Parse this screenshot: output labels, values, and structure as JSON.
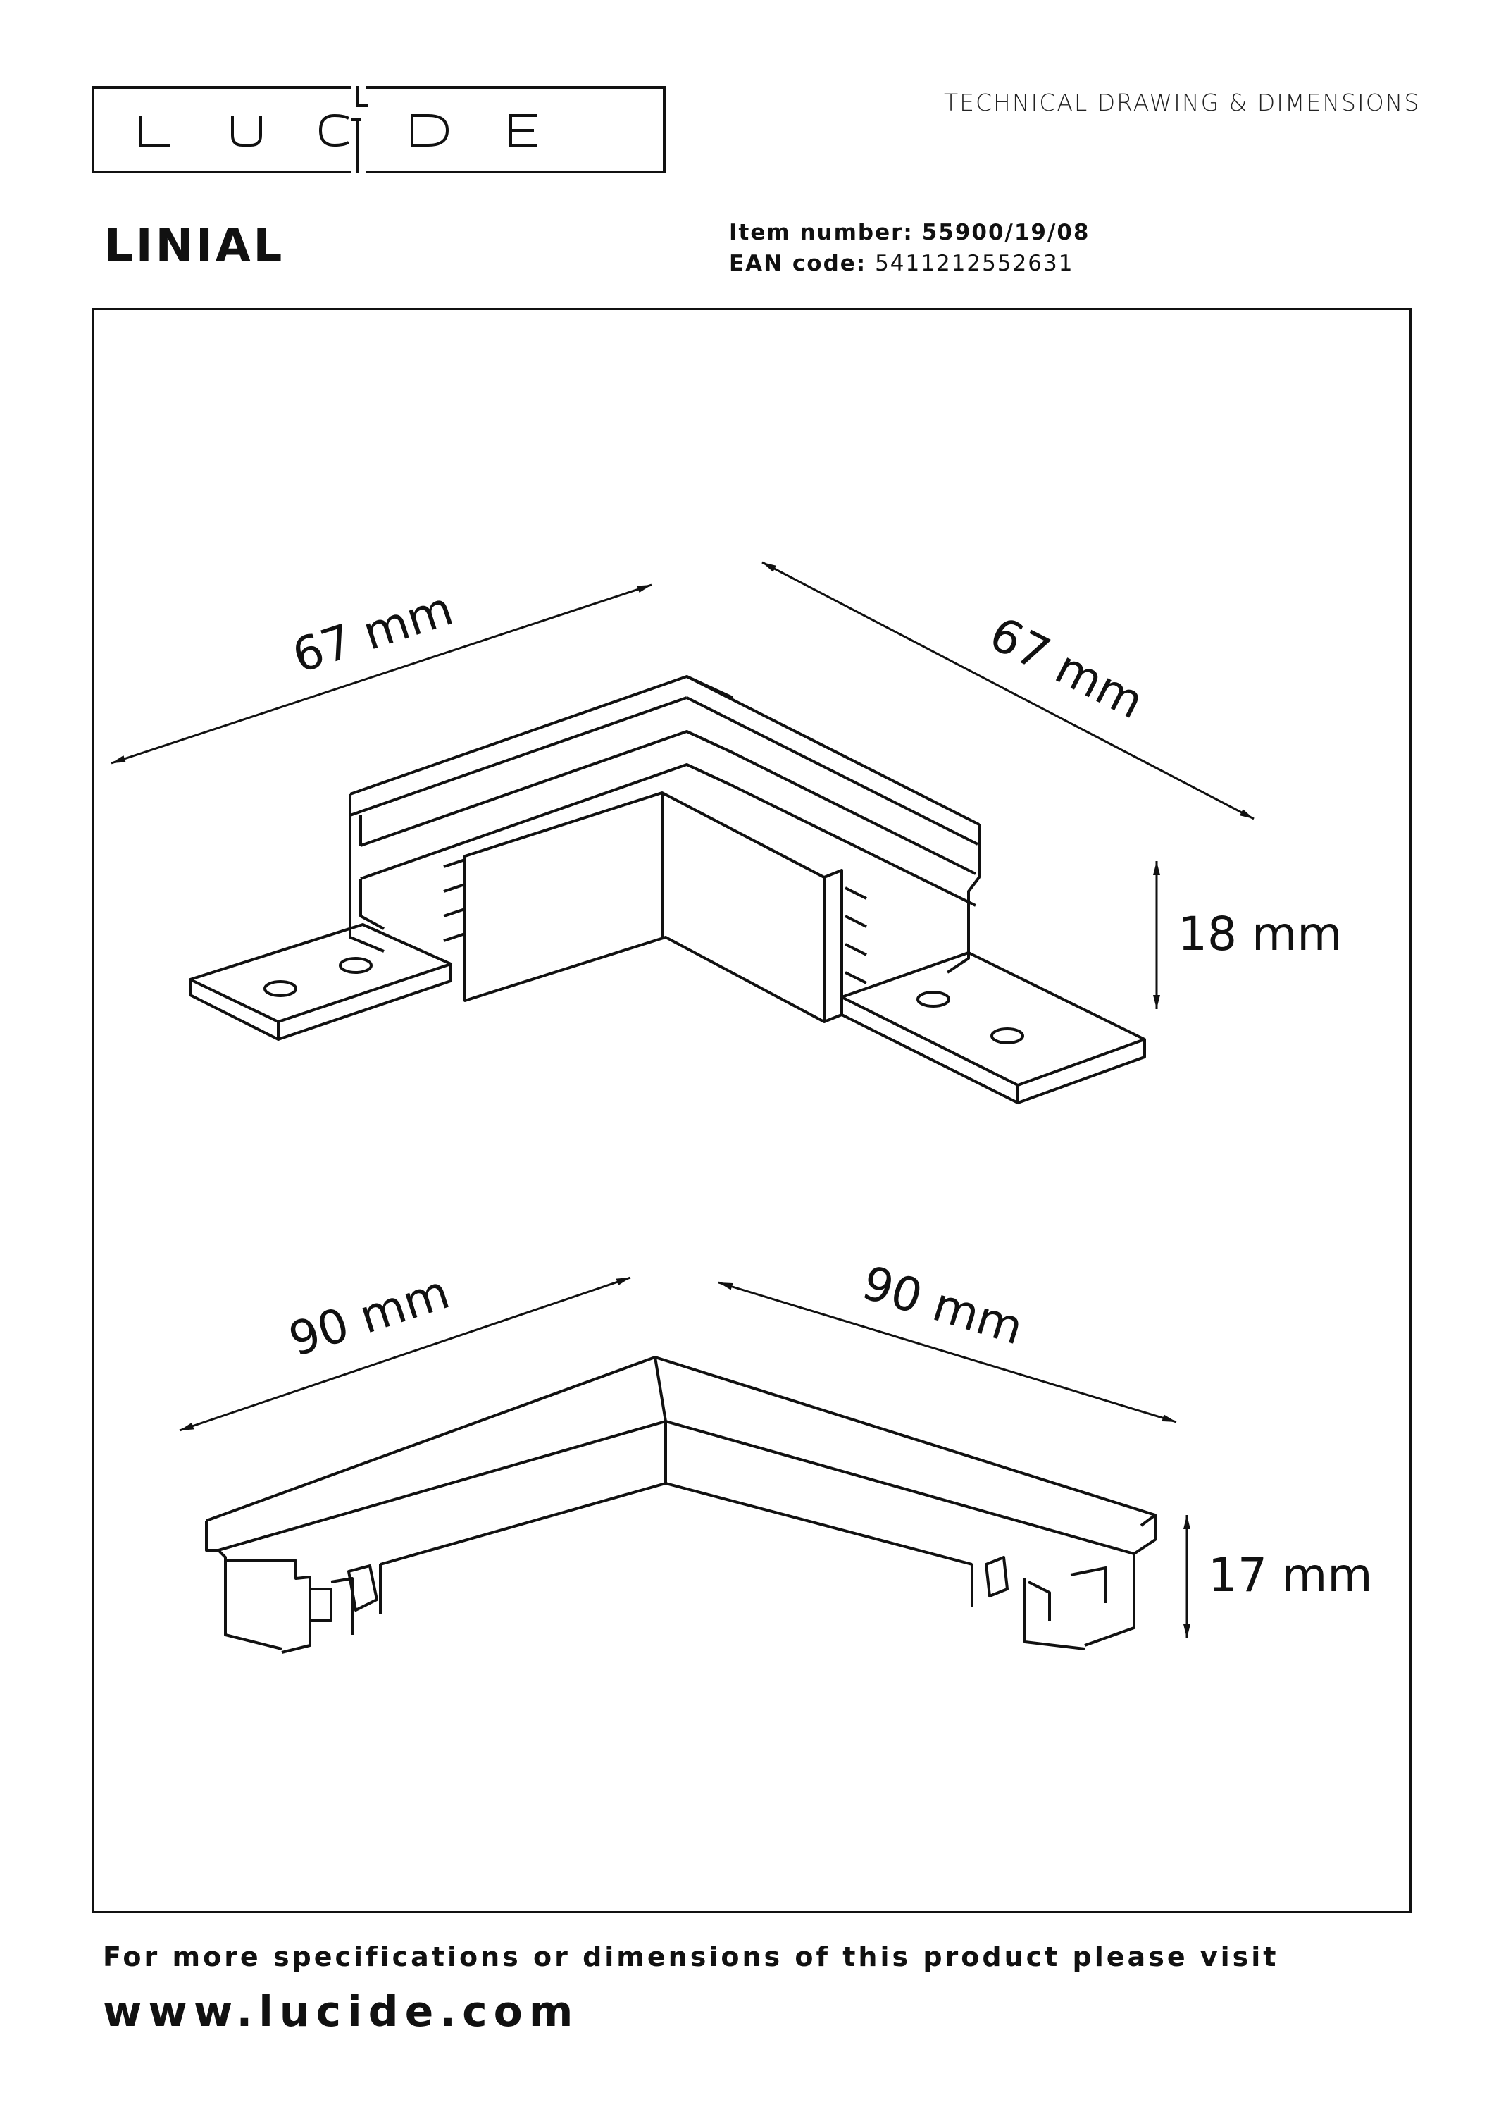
{
  "brand": {
    "logo_text": "LUCIDE"
  },
  "header": {
    "doc_type": "TECHNICAL DRAWING & DIMENSIONS"
  },
  "product": {
    "name": "LINIAL",
    "item_number_label": "Item number:",
    "item_number": "55900/19/08",
    "ean_label": "EAN code:",
    "ean": "5411212552631"
  },
  "dimensions": {
    "top_left": "67 mm",
    "top_right": "67 mm",
    "top_height": "18 mm",
    "bottom_left": "90 mm",
    "bottom_right": "90 mm",
    "bottom_height": "17 mm"
  },
  "footer": {
    "line": "For more specifications or dimensions of this product please visit",
    "url": "www.lucide.com"
  }
}
